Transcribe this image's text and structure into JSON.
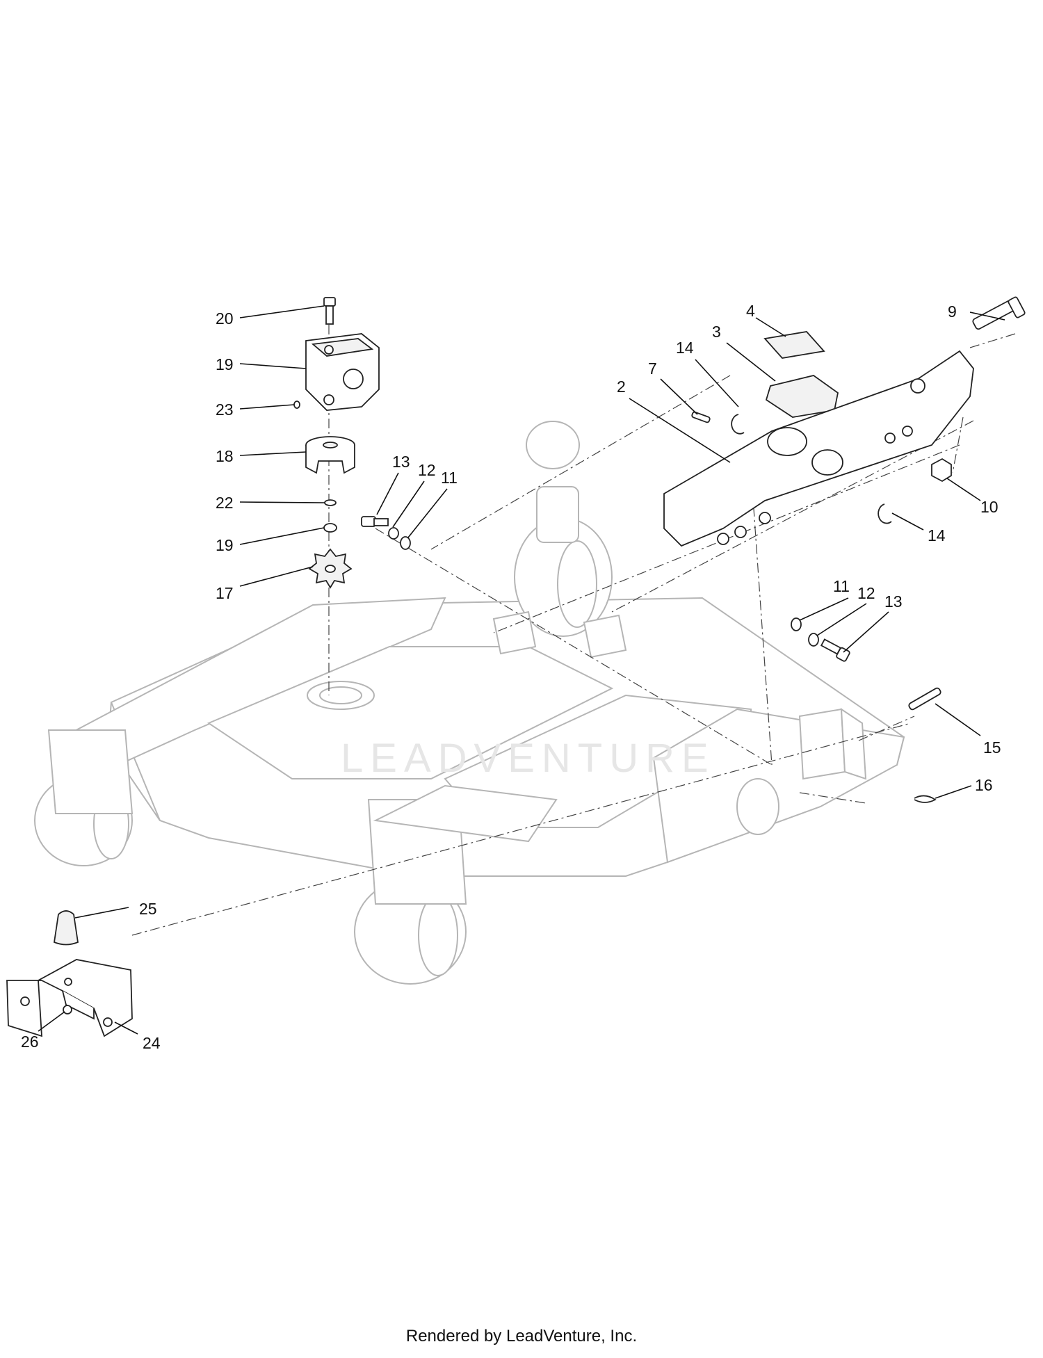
{
  "watermark": "LEADVENTURE",
  "footer": "Rendered by LeadVenture, Inc.",
  "callouts": {
    "c20": "20",
    "c19a": "19",
    "c23": "23",
    "c18": "18",
    "c22": "22",
    "c19b": "19",
    "c17": "17",
    "c13a": "13",
    "c12a": "12",
    "c11a": "11",
    "c4": "4",
    "c3": "3",
    "c14a": "14",
    "c7": "7",
    "c2": "2",
    "c9": "9",
    "c10": "10",
    "c14b": "14",
    "c11b": "11",
    "c12b": "12",
    "c13b": "13",
    "c15": "15",
    "c16": "16",
    "c25": "25",
    "c26": "26",
    "c24": "24"
  }
}
